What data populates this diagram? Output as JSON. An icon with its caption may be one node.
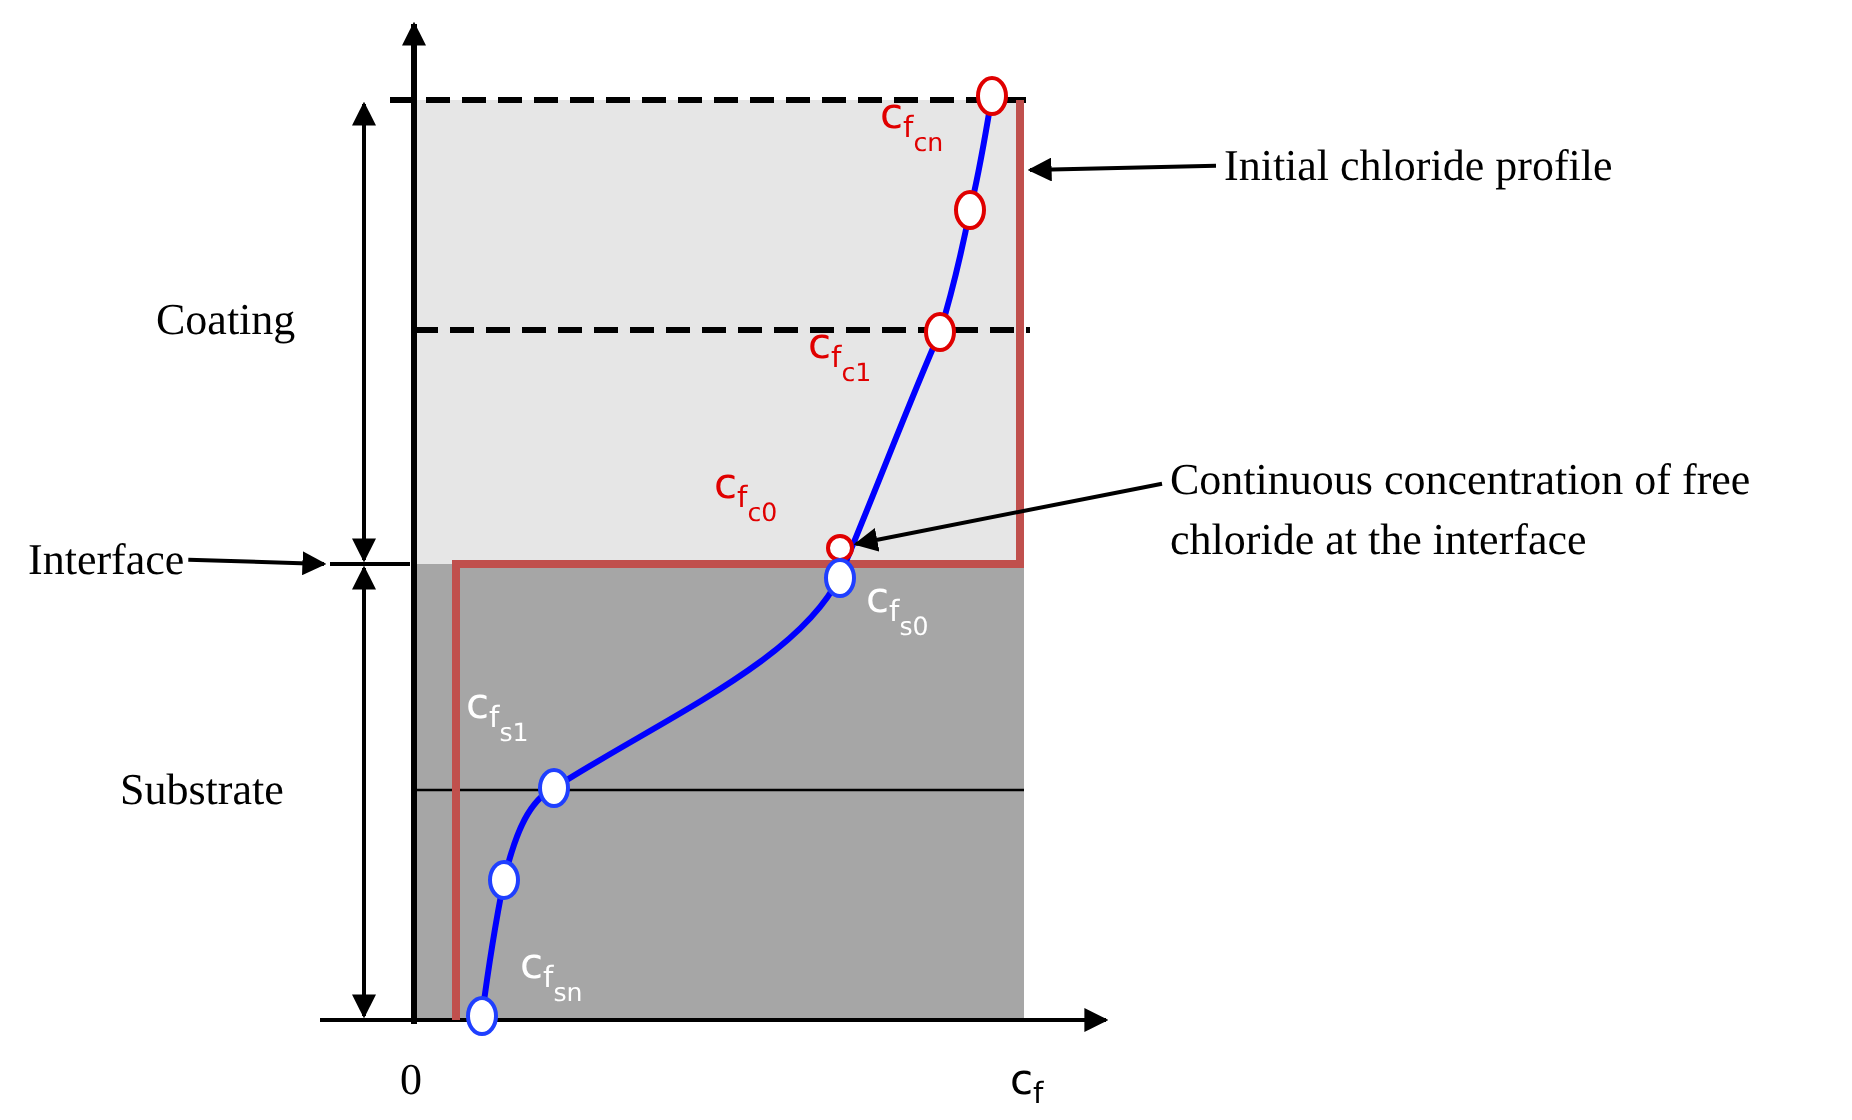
{
  "diagram": {
    "nodes": [
      {
        "text": [
          "Initial chloride profile"
        ]
      },
      {
        "text": [
          "Continuous concentration of free chloride at the interface"
        ]
      },
      {
        "text": [
          "Interface"
        ]
      }
    ],
    "edges": [
      {
        "from": 0,
        "to": null,
        "arrow": "to"
      },
      {
        "from": 1,
        "to": null,
        "arrow": "to"
      },
      {
        "from": 2,
        "to": null,
        "arrow": "to"
      }
    ],
    "labels": [
      "c$_{f}$$_{cn}$",
      "Coating",
      "c$_{f}$$_{c1}$",
      "c$_{f}$$_{c0}$",
      "c$_{f}$$_{s0}$",
      "Substrate",
      "c$_{f}$$_{s1}$",
      "c$_{f}$$_{sn}$",
      "0",
      "c$_{f}$"
    ]
  }
}
